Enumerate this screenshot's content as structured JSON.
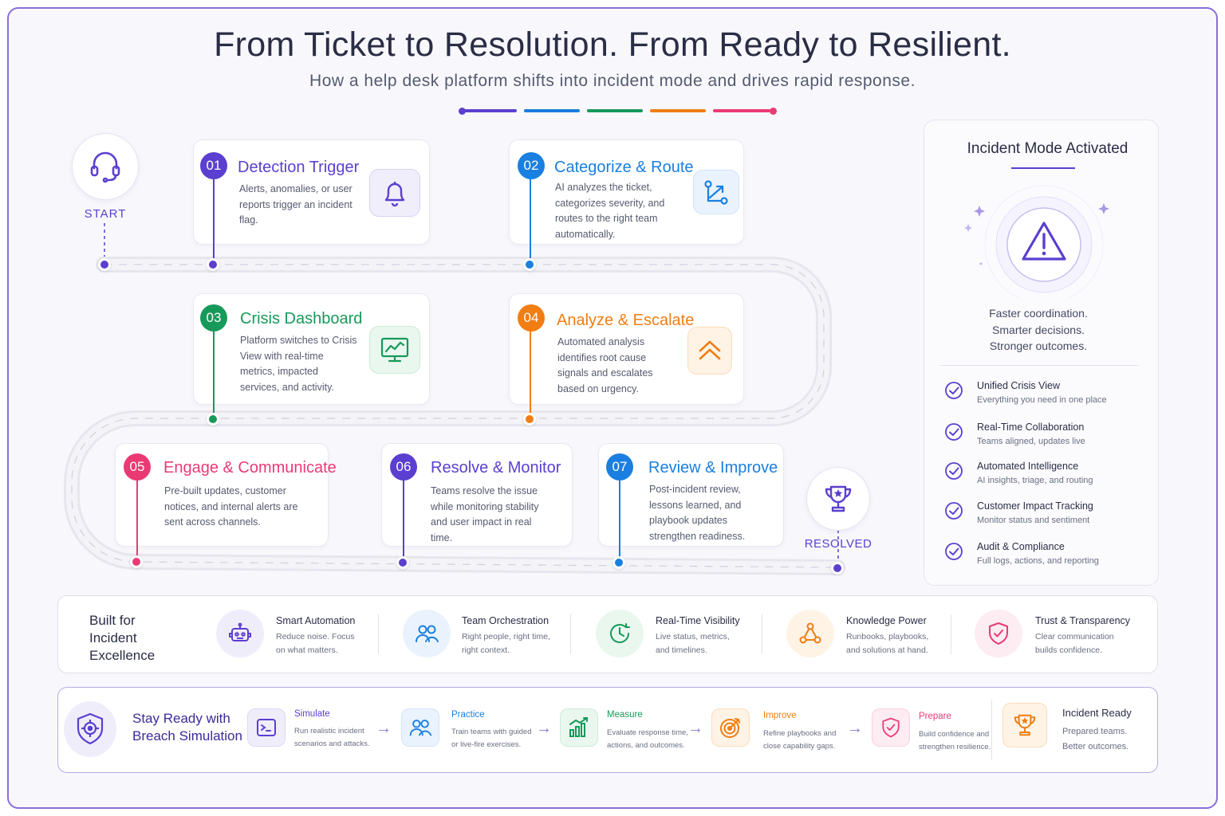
{
  "header": {
    "title": "From Ticket to Resolution. From Ready to Resilient.",
    "subtitle": "How a help desk platform shifts into incident mode and drives rapid response."
  },
  "colors": {
    "purple": "#5b3fd0",
    "blue": "#1a7fe0",
    "green": "#169a5a",
    "orange": "#f07e12",
    "pink": "#ea3a74"
  },
  "journey": {
    "start_label": "START",
    "resolved_label": "RESOLVED",
    "start_icon": "headset-icon",
    "resolved_icon": "trophy-icon",
    "steps": [
      {
        "num": "01",
        "title": "Detection Trigger",
        "desc": "Alerts, anomalies, or user reports trigger an incident flag.",
        "icon": "bell-icon",
        "color": "#5b3fd0"
      },
      {
        "num": "02",
        "title": "Categorize & Route",
        "desc": "AI analyzes the ticket, categorizes severity, and routes to the right team automatically.",
        "icon": "route-icon",
        "color": "#1a7fe0"
      },
      {
        "num": "03",
        "title": "Crisis Dashboard",
        "desc": "Platform switches to Crisis View with real-time metrics, impacted services, and activity.",
        "icon": "monitor-chart-icon",
        "color": "#169a5a"
      },
      {
        "num": "04",
        "title": "Analyze & Escalate",
        "desc": "Automated analysis identifies root cause signals and escalates based on urgency.",
        "icon": "escalate-chevrons-icon",
        "color": "#f07e12"
      },
      {
        "num": "05",
        "title": "Engage & Communicate",
        "desc": "Pre-built updates, customer notices, and internal alerts are sent across channels.",
        "icon": "",
        "color": "#ea3a74"
      },
      {
        "num": "06",
        "title": "Resolve & Monitor",
        "desc": "Teams resolve the issue while monitoring stability and user impact in real time.",
        "icon": "",
        "color": "#5b3fd0"
      },
      {
        "num": "07",
        "title": "Review & Improve",
        "desc": "Post-incident review, lessons learned, and playbook updates strengthen readiness.",
        "icon": "",
        "color": "#1a7fe0"
      }
    ]
  },
  "incident_panel": {
    "title": "Incident Mode Activated",
    "icon": "warning-triangle-icon",
    "taglines": [
      "Faster coordination.",
      "Smarter decisions.",
      "Stronger outcomes."
    ],
    "features": [
      {
        "title": "Unified Crisis View",
        "sub": "Everything you need in one place"
      },
      {
        "title": "Real-Time Collaboration",
        "sub": "Teams aligned, updates live"
      },
      {
        "title": "Automated Intelligence",
        "sub": "AI insights, triage, and routing"
      },
      {
        "title": "Customer Impact Tracking",
        "sub": "Monitor status and sentiment"
      },
      {
        "title": "Audit & Compliance",
        "sub": "Full logs, actions, and reporting"
      }
    ]
  },
  "built_for": {
    "heading_lines": [
      "Built for",
      "Incident",
      "Excellence"
    ],
    "items": [
      {
        "title": "Smart Automation",
        "sub_lines": [
          "Reduce noise. Focus",
          "on what matters."
        ],
        "icon": "robot-icon"
      },
      {
        "title": "Team Orchestration",
        "sub_lines": [
          "Right people, right time,",
          "right context."
        ],
        "icon": "people-icon"
      },
      {
        "title": "Real-Time Visibility",
        "sub_lines": [
          "Live status, metrics,",
          "and timelines."
        ],
        "icon": "clock-icon"
      },
      {
        "title": "Knowledge Power",
        "sub_lines": [
          "Runbooks, playbooks,",
          "and solutions at hand."
        ],
        "icon": "network-icon"
      },
      {
        "title": "Trust & Transparency",
        "sub_lines": [
          "Clear communication",
          "builds confidence."
        ],
        "icon": "shield-check-icon"
      }
    ]
  },
  "breach": {
    "heading_lines": [
      "Stay Ready with",
      "Breach Simulation"
    ],
    "heading_icon": "shield-target-icon",
    "stages": [
      {
        "title": "Simulate",
        "sub_lines": [
          "Run realistic incident",
          "scenarios and attacks."
        ],
        "icon": "terminal-icon"
      },
      {
        "title": "Practice",
        "sub_lines": [
          "Train teams with guided",
          "or live-fire exercises."
        ],
        "icon": "people-icon"
      },
      {
        "title": "Measure",
        "sub_lines": [
          "Evaluate response time,",
          "actions, and outcomes."
        ],
        "icon": "bar-chart-icon"
      },
      {
        "title": "Improve",
        "sub_lines": [
          "Refine playbooks and",
          "close capability gaps."
        ],
        "icon": "target-icon"
      },
      {
        "title": "Prepare",
        "sub_lines": [
          "Build confidence and",
          "strengthen resilience."
        ],
        "icon": "shield-check-icon"
      }
    ],
    "result": {
      "title": "Incident Ready",
      "sub_lines": [
        "Prepared teams.",
        "Better outcomes."
      ],
      "icon": "trophy-icon"
    }
  }
}
